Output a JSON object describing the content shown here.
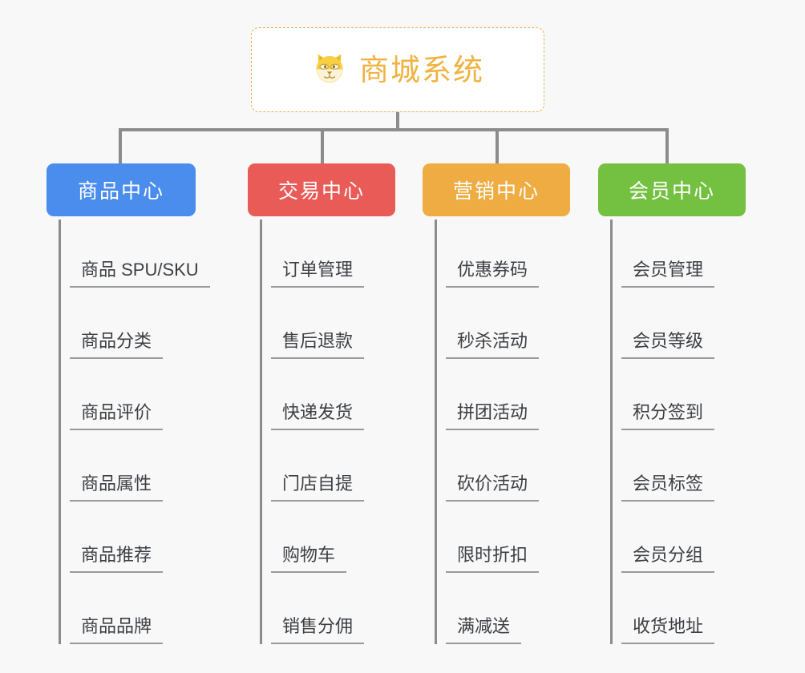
{
  "page": {
    "background_color": "#f8f8f8",
    "line_color": "#8c8c8c"
  },
  "root": {
    "title": "商城系统",
    "icon": "dog-face-emoji",
    "text_color": "#f0b240",
    "border_color": "#e8b05a",
    "background_color": "#ffffff"
  },
  "columns": [
    {
      "header": "商品中心",
      "color": "#4a8ded",
      "items": [
        "商品 SPU/SKU",
        "商品分类",
        "商品评价",
        "商品属性",
        "商品推荐",
        "商品品牌"
      ]
    },
    {
      "header": "交易中心",
      "color": "#e85b57",
      "items": [
        "订单管理",
        "售后退款",
        "快递发货",
        "门店自提",
        "购物车",
        "销售分佣"
      ]
    },
    {
      "header": "营销中心",
      "color": "#eeac42",
      "items": [
        "优惠券码",
        "秒杀活动",
        "拼团活动",
        "砍价活动",
        "限时折扣",
        "满减送"
      ]
    },
    {
      "header": "会员中心",
      "color": "#74c040",
      "items": [
        "会员管理",
        "会员等级",
        "积分签到",
        "会员标签",
        "会员分组",
        "收货地址"
      ]
    }
  ]
}
